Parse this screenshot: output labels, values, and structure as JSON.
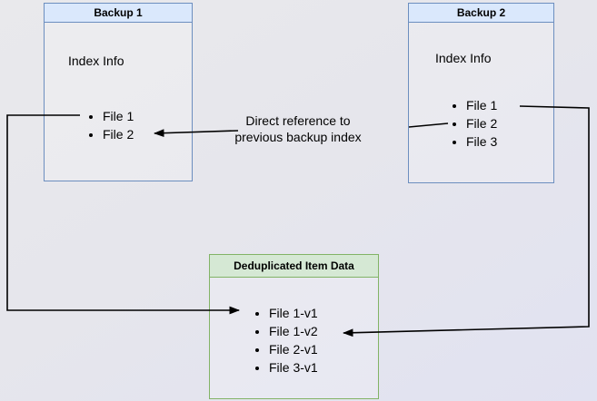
{
  "diagram": {
    "backup1": {
      "title": "Backup 1",
      "subtitle": "Index Info",
      "items": [
        "File 1",
        "File 2"
      ]
    },
    "backup2": {
      "title": "Backup 2",
      "subtitle": "Index Info",
      "items": [
        "File 1",
        "File 2",
        "File 3"
      ]
    },
    "dedup": {
      "title": "Deduplicated Item Data",
      "items": [
        "File 1-v1",
        "File 1-v2",
        "File 2-v1",
        "File 3-v1"
      ]
    },
    "edge_label": {
      "line1": "Direct reference to",
      "line2": "previous backup index"
    },
    "colors": {
      "blue_fill": "#dae8fc",
      "blue_border": "#6c8ebf",
      "green_fill": "#d5e8d4",
      "green_border": "#82b366",
      "arrow": "#000000"
    }
  }
}
